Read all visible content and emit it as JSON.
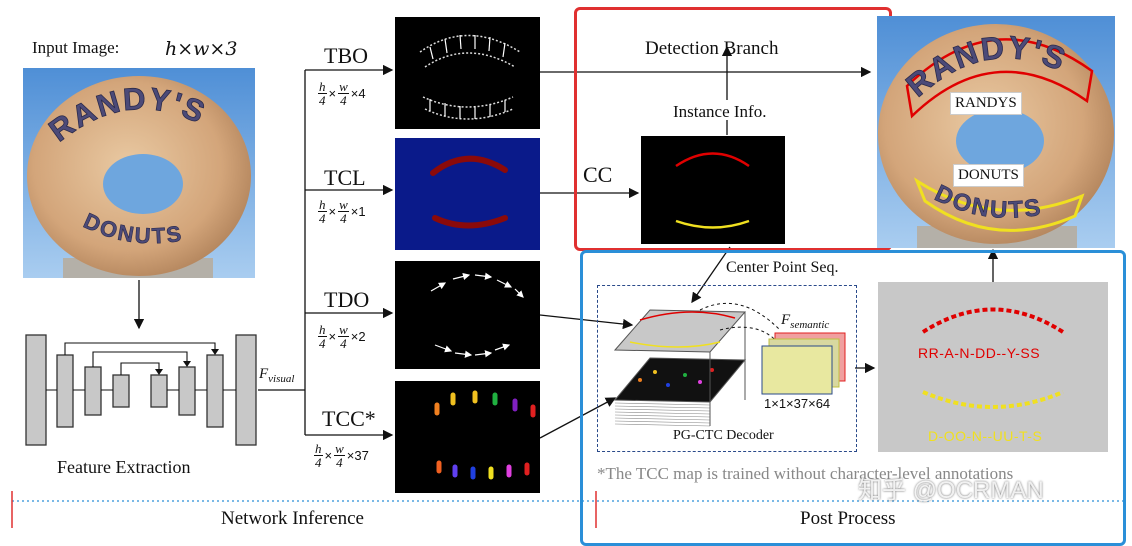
{
  "input": {
    "title": "Input Image:",
    "dims": "h×w×3",
    "top_word": "RANDY'S",
    "bottom_word": "DONUTS"
  },
  "feature": {
    "label": "Feature Extraction",
    "fvisual": "F",
    "fvisual_sub": "visual"
  },
  "branches": {
    "tbo": {
      "label": "TBO",
      "channels": "×4"
    },
    "tcl": {
      "label": "TCL",
      "channels": "×1"
    },
    "tdo": {
      "label": "TDO",
      "channels": "×2"
    },
    "tcc": {
      "label": "TCC*",
      "channels": "×37"
    },
    "frac_h_num": "h",
    "frac_w_num": "w",
    "frac_den": "4",
    "times": "×"
  },
  "detection": {
    "label": "Detection Branch",
    "instance": "Instance Info.",
    "cc": "CC"
  },
  "decoder": {
    "center_seq": "Center Point Seq.",
    "fsemantic": "F",
    "fsemantic_sub": "semantic",
    "shape": "1×1×37×64",
    "label": "PG-CTC Decoder"
  },
  "recog": {
    "top": "RR-A-N-DD--Y-SS",
    "bottom": "D-OO-N--UU-T-S"
  },
  "output": {
    "word1": "RANDYS",
    "word2": "DONUTS"
  },
  "footnote": "*The TCC map is trained without character-level annotations",
  "watermark": "知乎 @OCRMAN",
  "sections": {
    "left": "Network Inference",
    "right": "Post Process"
  },
  "colors": {
    "red_box": "#e03030",
    "blue_box": "#2a8fd8",
    "tcl_bg": "#0a1a8a",
    "tcl_arc": "#8b0a0a",
    "red_arc": "#e00000",
    "yellow_arc": "#f0e020",
    "grey_panel": "#c8c8c8"
  }
}
